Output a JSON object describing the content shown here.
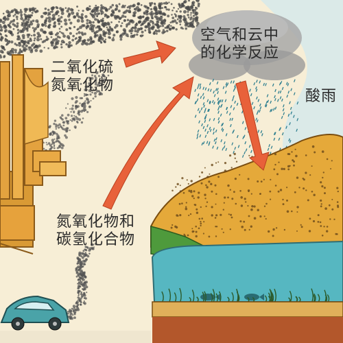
{
  "labels": {
    "factory_emissions": [
      "二氧化硫",
      "氮氧化物"
    ],
    "cloud_reaction": [
      "空气和云中",
      "的化学反应"
    ],
    "acid_rain": "酸雨",
    "car_emissions": [
      "氮氧化物和",
      "碳氢化合物"
    ]
  },
  "colors": {
    "arrow": "#e8613a",
    "smoke": "#555555",
    "factory": "#e3a23f",
    "hill": "#e5a93a",
    "grass": "#4e9a3c",
    "water": "#56b7c1",
    "car": "#4aa3a8",
    "cloud": "#9a9a9a",
    "rain": "#2f7f90"
  }
}
